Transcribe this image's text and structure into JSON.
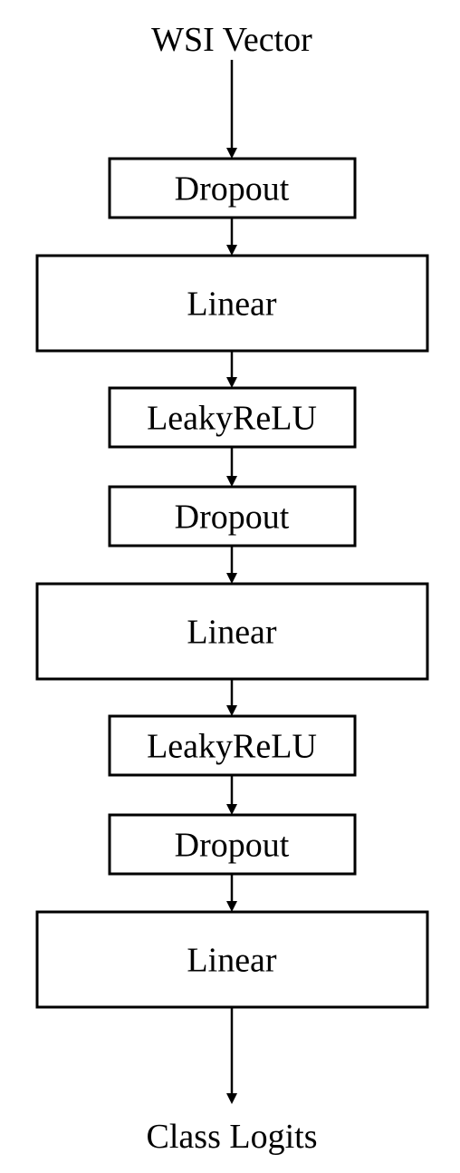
{
  "input_label": "WSI Vector",
  "output_label": "Class Logits",
  "layers": [
    {
      "label": "Dropout",
      "kind": "small"
    },
    {
      "label": "Linear",
      "kind": "large"
    },
    {
      "label": "LeakyReLU",
      "kind": "small"
    },
    {
      "label": "Dropout",
      "kind": "small"
    },
    {
      "label": "Linear",
      "kind": "large"
    },
    {
      "label": "LeakyReLU",
      "kind": "small"
    },
    {
      "label": "Dropout",
      "kind": "small"
    },
    {
      "label": "Linear",
      "kind": "large"
    }
  ],
  "colors": {
    "stroke": "#000000",
    "fill": "#ffffff",
    "text": "#000000"
  }
}
